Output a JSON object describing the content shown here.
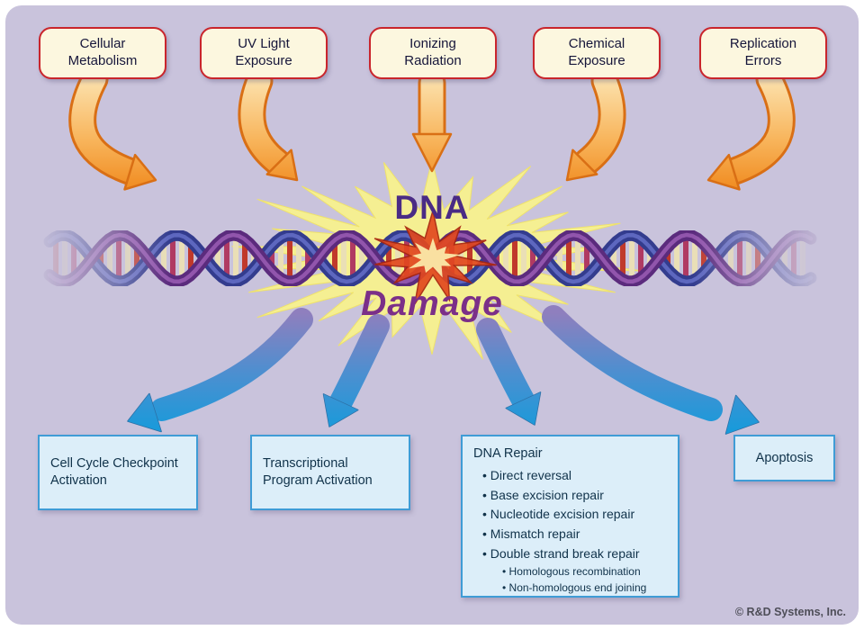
{
  "causes": [
    "Cellular Metabolism",
    "UV Light Exposure",
    "Ionizing Radiation",
    "Chemical Exposure",
    "Replication Errors"
  ],
  "center": {
    "title_top": "DNA",
    "title_bottom": "Damage"
  },
  "responses": {
    "cell_cycle": "Cell Cycle Checkpoint Activation",
    "transcription": "Transcriptional Program Activation",
    "apoptosis": "Apoptosis",
    "dna_repair": {
      "title": "DNA Repair",
      "items": [
        "Direct reversal",
        "Base excision repair",
        "Nucleotide excision repair",
        "Mismatch repair",
        "Double strand break repair"
      ],
      "subitems": [
        "Homologous recombination",
        "Non-homologous end joining"
      ]
    }
  },
  "copyright": "© R&D Systems, Inc.",
  "colors": {
    "background": "#C9C3DC",
    "cause_box_bg": "#FCF7DF",
    "cause_box_border": "#C9252C",
    "response_box_bg": "#DCEEF9",
    "response_box_border": "#3F9CD6",
    "starburst": "#F5EF92",
    "arrow_orange_light": "#FCE3B0",
    "arrow_orange_dark": "#F08A1E",
    "arrow_blue_top": "#8F7FBE",
    "arrow_blue_bottom": "#159BDB",
    "dna_text": "#4A2B85",
    "damage_text": "#7B2F88",
    "helix_strand_blue": "#333C8E",
    "helix_strand_purple": "#5B2B7D",
    "damage_burst": "#E2481F"
  }
}
